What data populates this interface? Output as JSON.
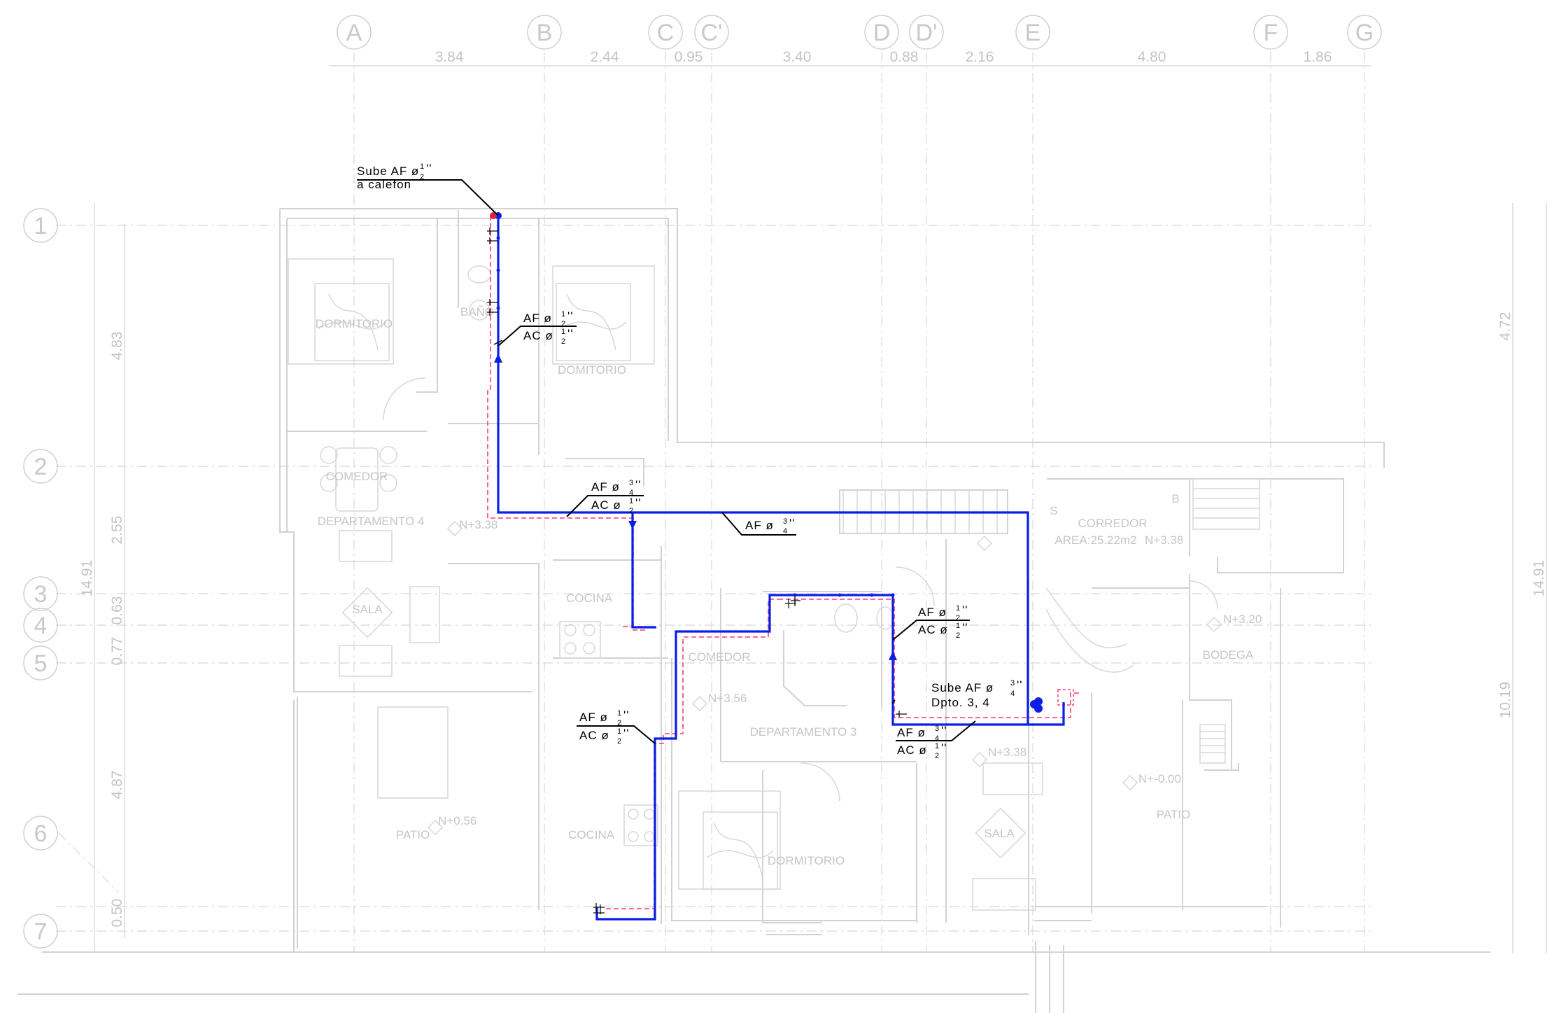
{
  "grid": {
    "columns": [
      "A",
      "B",
      "C",
      "C'",
      "D",
      "D'",
      "E",
      "F",
      "G"
    ],
    "rows": [
      "1",
      "2",
      "3",
      "4",
      "5",
      "6",
      "7"
    ],
    "top_dims": [
      "3.84",
      "2.44",
      "0.95",
      "3.40",
      "0.88",
      "2.16",
      "4.80",
      "1.86"
    ],
    "left_dims": [
      "4.83",
      "2.55",
      "14.91",
      "0.77",
      "0.63",
      "4.87",
      "0.50"
    ],
    "right_dims": [
      "4.72",
      "14.91",
      "10.19"
    ]
  },
  "rooms": {
    "dormitorio_1": "DORMITORIO",
    "bano": "BAÑO",
    "domitorio": "DOMITORIO",
    "comedor_4": "COMEDOR",
    "departamento_4": "DEPARTAMENTO 4",
    "sala_4": "SALA",
    "cocina_top": "COCINA",
    "patio_left": "PATIO",
    "corredor": "CORREDOR",
    "corredor_area": "AREA:25.22m2",
    "comedor_3": "COMEDOR",
    "departamento_3": "DEPARTAMENTO 3",
    "cocina_bottom": "COCINA",
    "dormitorio_3": "DORMITORIO",
    "bodega": "BODEGA",
    "patio_right": "PATIO",
    "sala_3": "SALA",
    "mark_s": "S",
    "mark_b": "B"
  },
  "levels": {
    "dep4": "N+3.38",
    "corredor": "N+3.38",
    "bodega": "N+3.20",
    "comedor3": "N+3.56",
    "dep3": "N+3.38",
    "patio_right": "N+-0.00",
    "patio_left": "N+0.56"
  },
  "notes": {
    "sube_calefon": {
      "line1": "Sube AF ø ",
      "frac": [
        "1",
        "2"
      ],
      "quote": "''",
      "line2": "a calefon"
    },
    "bano": {
      "af": "AF ø ",
      "af_frac": [
        "1",
        "2"
      ],
      "ac": "AC ø ",
      "ac_frac": [
        "1",
        "2"
      ],
      "quote": "''"
    },
    "corridor_branch": {
      "af": "AF ø ",
      "af_frac": [
        "3",
        "4"
      ],
      "ac": "AC ø ",
      "ac_frac": [
        "1",
        "2"
      ],
      "quote": "''"
    },
    "main_af": {
      "af": "AF ø ",
      "af_frac": [
        "3",
        "4"
      ],
      "quote": "''"
    },
    "dep3_bath": {
      "af": "AF ø ",
      "af_frac": [
        "1",
        "2"
      ],
      "ac": "AC ø ",
      "ac_frac": [
        "1",
        "2"
      ],
      "quote": "''"
    },
    "sube_dpto": {
      "line1": "Sube AF ø ",
      "frac": [
        "3",
        "4"
      ],
      "quote": "''",
      "line2": "Dpto. 3, 4"
    },
    "dep3_kitchen": {
      "af": "AF ø ",
      "af_frac": [
        "1",
        "2"
      ],
      "ac": "AC ø ",
      "ac_frac": [
        "1",
        "2"
      ],
      "quote": "''"
    },
    "dep3_meter": {
      "af": "AF ø ",
      "af_frac": [
        "3",
        "4"
      ],
      "ac": "AC ø ",
      "ac_frac": [
        "1",
        "2"
      ],
      "quote": "''"
    }
  },
  "colors": {
    "af_pipe": "#0a1ee6",
    "ac_pipe": "#ff3b6b",
    "linework": "#d2d2d2",
    "annotation": "#000000"
  }
}
